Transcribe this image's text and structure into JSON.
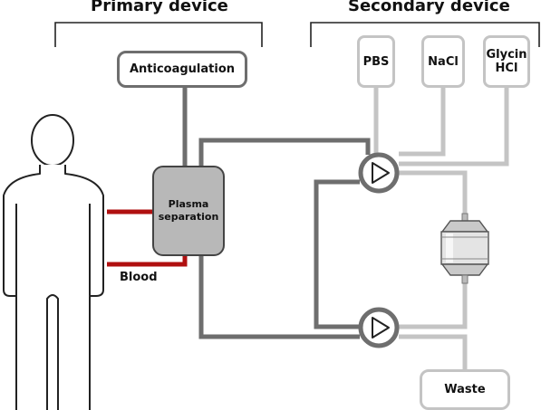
{
  "headers": {
    "primary": "Primary device",
    "secondary": "Secondary device"
  },
  "boxes": {
    "anticoagulation": "Anticoagulation",
    "plasma_line1": "Plasma",
    "plasma_line2": "separation",
    "pbs": "PBS",
    "nacl": "NaCl",
    "glycin_line1": "Glycin",
    "glycin_line2": "HCl",
    "waste": "Waste"
  },
  "labels": {
    "blood": "Blood"
  },
  "colors": {
    "dark_line": "#6e6e6e",
    "light_line": "#c4c4c4",
    "blood_line": "#b01010",
    "separator_fill": "#b8b8b8"
  },
  "icons": [
    "human-figure-icon",
    "pump-icon",
    "column-icon"
  ]
}
